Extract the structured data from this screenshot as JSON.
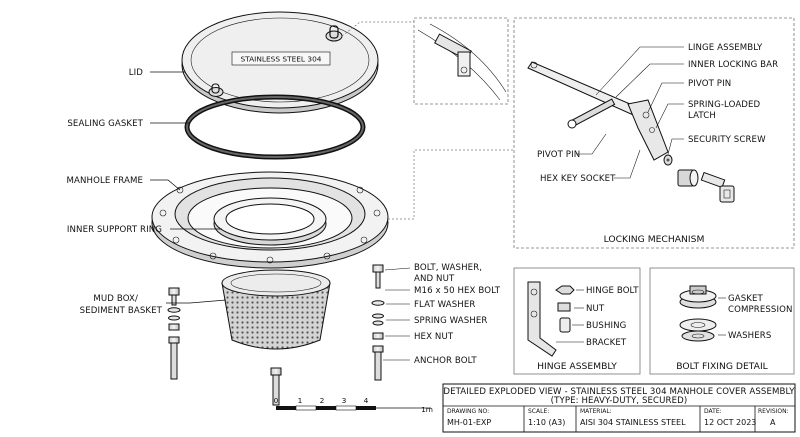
{
  "labels": {
    "lid": "LID",
    "sealing_gasket": "SEALING GASKET",
    "manhole_frame": "MANHOLE FRAME",
    "inner_support_ring": "INNER SUPPORT RING",
    "mud_box_1": "MUD BOX/",
    "mud_box_2": "SEDIMENT BASKET",
    "bolt_washer_1": "BOLT, WASHER,",
    "bolt_washer_2": "AND NUT",
    "hex_bolt": "M16 x 50 HEX BOLT",
    "flat_washer": "FLAT WASHER",
    "spring_washer": "SPRING WASHER",
    "hex_nut": "HEX NUT",
    "anchor_bolt": "ANCHOR BOLT",
    "lid_text": "STAINLESS STEEL 304"
  },
  "locking": {
    "title": "LOCKING MECHANISM",
    "linge_assembly": "LINGE ASSEMBLY",
    "inner_locking_bar": "INNER LOCKING BAR",
    "pivot_pin_right": "PIVOT PIN",
    "spring_latch_1": "SPRING-LOADED",
    "spring_latch_2": "LATCH",
    "security_screw": "SECURITY SCREW",
    "pivot_pin_left": "PIVOT PIN",
    "hex_key_socket": "HEX KEY SOCKET"
  },
  "hinge": {
    "title": "HINGE ASSEMBLY",
    "hinge_bolt": "HINGE BOLT",
    "nut": "NUT",
    "bushing": "BUSHING",
    "bracket": "BRACKET"
  },
  "bolt_fixing": {
    "title": "BOLT FIXING DETAIL",
    "gasket_1": "GASKET",
    "gasket_2": "COMPRESSION",
    "washers": "WASHERS"
  },
  "scale_bar": {
    "ticks": [
      "0",
      "1",
      "2",
      "3",
      "4"
    ],
    "end": "1m"
  },
  "title_block": {
    "title_1": "DETAILED EXPLODED VIEW - STAINLESS STEEL 304 MANHOLE COVER ASSEMBLY",
    "title_2": "(TYPE: HEAVY-DUTY, SECURED)",
    "drawing_no_key": "DRAWING NO:",
    "drawing_no": "MH-01-EXP",
    "scale_key": "SCALE:",
    "scale": "1:10 (A3)",
    "material_key": "MATERIAL:",
    "material": "AISI 304 STAINLESS STEEL",
    "date_key": "DATE:",
    "date": "12 OCT 2023",
    "revision_key": "REVISION:",
    "revision": "A"
  }
}
